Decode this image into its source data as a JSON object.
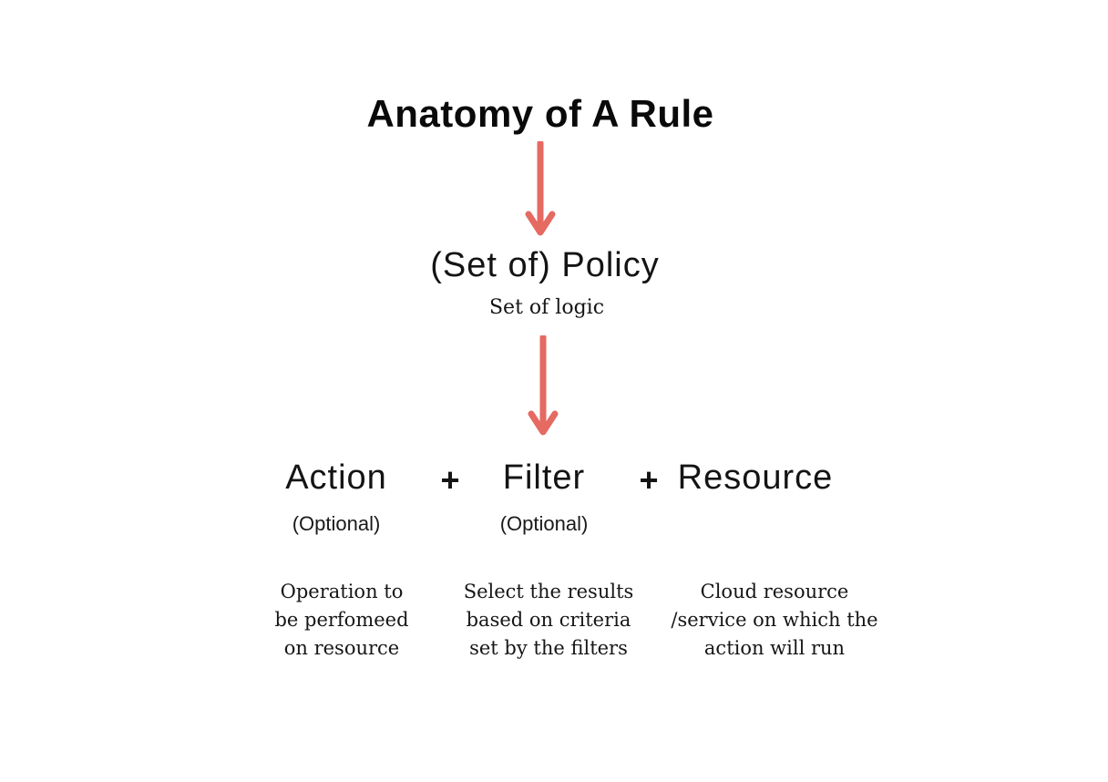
{
  "page": {
    "background_color": "#ffffff",
    "accent_color": "#e56a62",
    "text_color": "#101010"
  },
  "diagram": {
    "title": "Anatomy of A Rule",
    "policy": {
      "heading": "(Set of) Policy",
      "subheading": "Set of logic"
    },
    "arrows": [
      "down-arrow",
      "down-arrow"
    ],
    "formula": {
      "plus": "+",
      "components": [
        {
          "label": "Action",
          "qualifier": "(Optional)",
          "description": "Operation to\nbe perfomeed\non resource"
        },
        {
          "label": "Filter",
          "qualifier": "(Optional)",
          "description": "Select the results\nbased on criteria\nset by the filters"
        },
        {
          "label": "Resource",
          "qualifier": "",
          "description": "Cloud resource\n/service on which the\naction will run"
        }
      ]
    }
  }
}
